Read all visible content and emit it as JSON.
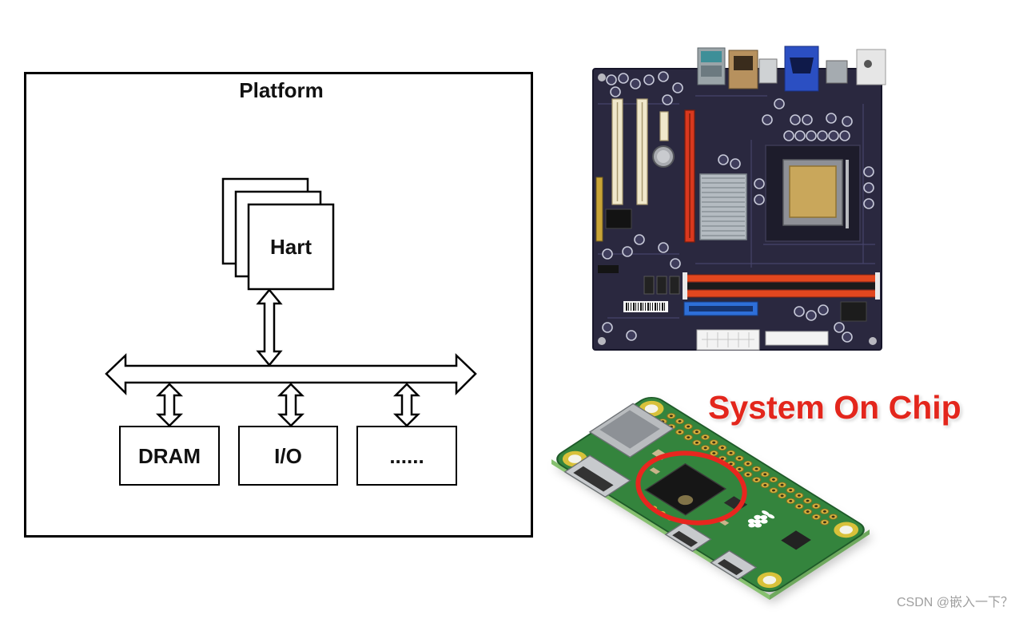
{
  "slide": {
    "platform_title": "Platform",
    "hart_label": "Hart",
    "devices": [
      "DRAM",
      "I/O",
      "......"
    ],
    "soc_caption": "System On Chip",
    "watermark": "CSDN @嵌入一下？"
  },
  "colors": {
    "soc_caption": "#e3261c",
    "highlight_ring": "#e8261f",
    "motherboard_pcb": "#2a283f",
    "pi_pcb": "#34843d"
  }
}
